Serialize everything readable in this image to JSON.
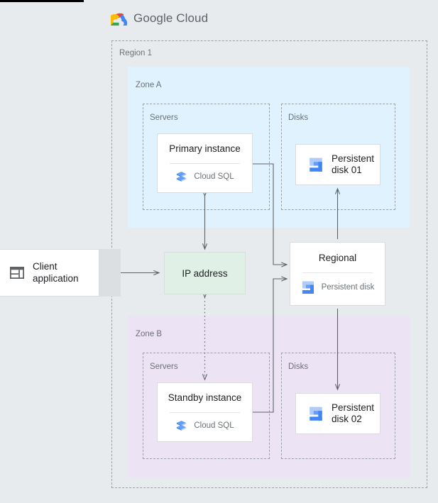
{
  "header": {
    "brand_bold": "Google",
    "brand_light": " Cloud",
    "logo_icon": "google-cloud-logo-icon"
  },
  "colors": {
    "page_background": "#e8ebed",
    "zone_a_background": "#dff2fd",
    "zone_b_background": "#ece3f5",
    "ip_address_background": "#e0f0e6",
    "card_background": "#ffffff",
    "dashed_border": "#9aa0a6",
    "label_text": "#6b7175",
    "title_text": "#202124",
    "connector": "#5f6368",
    "cloud_sql_icon": "#4285f4",
    "persistent_disk_icon_light": "#aecbfa",
    "persistent_disk_icon_dark": "#4285f4",
    "client_icon": "#5f6368"
  },
  "region": {
    "label": "Region 1"
  },
  "zones": [
    {
      "id": "zone-a",
      "label": "Zone A",
      "groups": [
        {
          "id": "servers-a",
          "label": "Servers"
        },
        {
          "id": "disks-a",
          "label": "Disks"
        }
      ],
      "server_card": {
        "title": "Primary instance",
        "subtitle": "Cloud SQL",
        "icon": "cloud-sql-icon"
      },
      "disk_card": {
        "label_line1": "Persistent",
        "label_line2": "disk 01",
        "icon": "persistent-disk-icon"
      }
    },
    {
      "id": "zone-b",
      "label": "Zone B",
      "groups": [
        {
          "id": "servers-b",
          "label": "Servers"
        },
        {
          "id": "disks-b",
          "label": "Disks"
        }
      ],
      "server_card": {
        "title": "Standby instance",
        "subtitle": "Cloud SQL",
        "icon": "cloud-sql-icon"
      },
      "disk_card": {
        "label_line1": "Persistent",
        "label_line2": "disk 02",
        "icon": "persistent-disk-icon"
      }
    }
  ],
  "client": {
    "label_line1": "Client",
    "label_line2": "application",
    "icon": "client-application-window-icon"
  },
  "ip_address": {
    "label": "IP address"
  },
  "regional_disk": {
    "title": "Regional",
    "subtitle": "Persistent disk",
    "icon": "persistent-disk-icon"
  },
  "connectors": [
    {
      "id": "client-to-ip",
      "from": "Client application",
      "to": "IP address",
      "style": "solid",
      "direction": "bidirectional"
    },
    {
      "id": "primary-to-ip",
      "from": "Primary instance",
      "to": "IP address",
      "style": "solid",
      "direction": "bidirectional"
    },
    {
      "id": "ip-to-standby",
      "from": "IP address",
      "to": "Standby instance",
      "style": "dotted",
      "direction": "bidirectional"
    },
    {
      "id": "primary-to-regional",
      "from": "Primary instance",
      "to": "Regional Persistent disk",
      "style": "solid",
      "direction": "forward"
    },
    {
      "id": "standby-to-regional",
      "from": "Standby instance",
      "to": "Regional Persistent disk",
      "style": "solid",
      "direction": "forward"
    },
    {
      "id": "regional-to-disk01",
      "from": "Regional Persistent disk",
      "to": "Persistent disk 01",
      "style": "solid",
      "direction": "forward"
    },
    {
      "id": "regional-to-disk02",
      "from": "Regional Persistent disk",
      "to": "Persistent disk 02",
      "style": "solid",
      "direction": "forward"
    }
  ]
}
